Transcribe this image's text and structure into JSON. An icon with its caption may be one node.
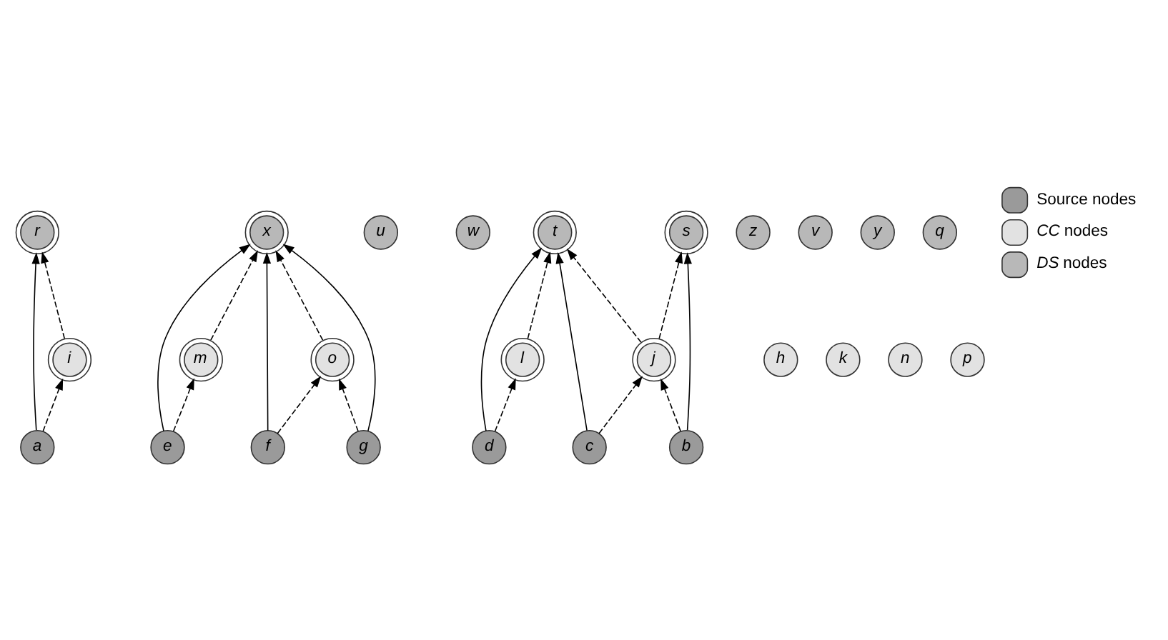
{
  "diagram": {
    "nodes": [
      {
        "text": [
          "r"
        ]
      },
      {
        "text": [
          "x"
        ]
      },
      {
        "text": [
          "u"
        ]
      },
      {
        "text": [
          "w"
        ]
      },
      {
        "text": [
          "s"
        ]
      },
      {
        "text": [
          "t"
        ]
      },
      {
        "text": [
          "z"
        ]
      },
      {
        "text": [
          "v"
        ]
      },
      {
        "text": [
          "y"
        ]
      },
      {
        "text": [
          "q"
        ]
      },
      {
        "text": [
          "m"
        ]
      },
      {
        "text": [
          "o"
        ]
      },
      {
        "text": [
          "h"
        ]
      },
      {
        "text": [
          "i"
        ]
      },
      {
        "text": [
          "j"
        ]
      },
      {
        "text": [
          "k"
        ]
      },
      {
        "text": [
          "l"
        ]
      },
      {
        "text": [
          "n"
        ]
      },
      {
        "text": [
          "p"
        ]
      },
      {
        "text": [
          "a"
        ]
      },
      {
        "text": [
          "b"
        ]
      },
      {
        "text": [
          "c"
        ]
      },
      {
        "text": [
          "d"
        ]
      },
      {
        "text": [
          "e"
        ]
      },
      {
        "text": [
          "f"
        ]
      },
      {
        "text": [
          "g"
        ]
      }
    ],
    "edges": [
      {
        "from": 19,
        "to": 0,
        "arrow": "to"
      },
      {
        "from": 19,
        "to": 13,
        "arrow": "to",
        "style": "dashed"
      },
      {
        "from": 13,
        "to": 0,
        "arrow": "to",
        "style": "dashed"
      },
      {
        "from": 20,
        "to": 4,
        "arrow": "to"
      },
      {
        "from": 20,
        "to": 14,
        "arrow": "to",
        "style": "dashed"
      },
      {
        "from": 14,
        "to": 4,
        "arrow": "to",
        "style": "dashed"
      },
      {
        "from": 14,
        "to": 5,
        "arrow": "to",
        "style": "dashed"
      },
      {
        "from": 21,
        "to": 5,
        "arrow": "to"
      },
      {
        "from": 21,
        "to": 14,
        "arrow": "to",
        "style": "dashed"
      },
      {
        "from": 22,
        "to": 5,
        "arrow": "to"
      },
      {
        "from": 22,
        "to": 16,
        "arrow": "to",
        "style": "dashed"
      },
      {
        "from": 16,
        "to": 5,
        "arrow": "to",
        "style": "dashed"
      },
      {
        "from": 23,
        "to": 1,
        "arrow": "to"
      },
      {
        "from": 23,
        "to": 10,
        "arrow": "to",
        "style": "dashed"
      },
      {
        "from": 10,
        "to": 1,
        "arrow": "to",
        "style": "dashed"
      },
      {
        "from": 24,
        "to": 1,
        "arrow": "to"
      },
      {
        "from": 24,
        "to": 11,
        "arrow": "to",
        "style": "dashed"
      },
      {
        "from": 25,
        "to": 1,
        "arrow": "to"
      },
      {
        "from": 25,
        "to": 11,
        "arrow": "to",
        "style": "dashed"
      },
      {
        "from": 11,
        "to": 1,
        "arrow": "to",
        "style": "dashed"
      }
    ],
    "legend": [
      {
        "text": "Source nodes"
      },
      {
        "text": "*CC* nodes"
      },
      {
        "text": "*DS* nodes"
      }
    ]
  }
}
